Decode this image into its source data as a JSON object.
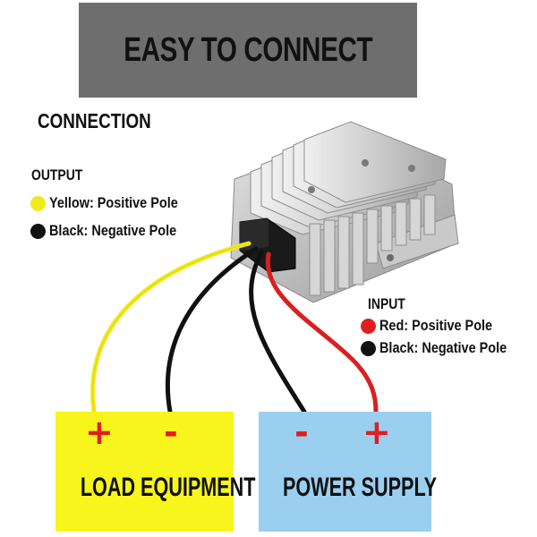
{
  "banner": {
    "title": "EASY TO CONNECT"
  },
  "section_title": "CONNECTION",
  "output": {
    "title": "OUTPUT",
    "items": [
      {
        "color": "#f2e91a",
        "color_name": "Yellow",
        "label": "Yellow: Positive Pole"
      },
      {
        "color": "#111111",
        "color_name": "Black",
        "label": "Black: Negative Pole"
      }
    ]
  },
  "input": {
    "title": "INPUT",
    "items": [
      {
        "color": "#e01e1e",
        "color_name": "Red",
        "label": "Red: Positive Pole"
      },
      {
        "color": "#111111",
        "color_name": "Black",
        "label": "Black: Negative Pole"
      }
    ]
  },
  "load_box": {
    "label": "LOAD EQUIPMENT",
    "color": "#f7f51c",
    "plus": "+",
    "minus": "-"
  },
  "power_box": {
    "label": "POWER SUPPLY",
    "color": "#9bcff0",
    "minus": "-",
    "plus": "+"
  },
  "colors": {
    "sign": "#e01e1e",
    "wire_yellow": "#f2e91a",
    "wire_red": "#d92020",
    "wire_black": "#111111"
  }
}
